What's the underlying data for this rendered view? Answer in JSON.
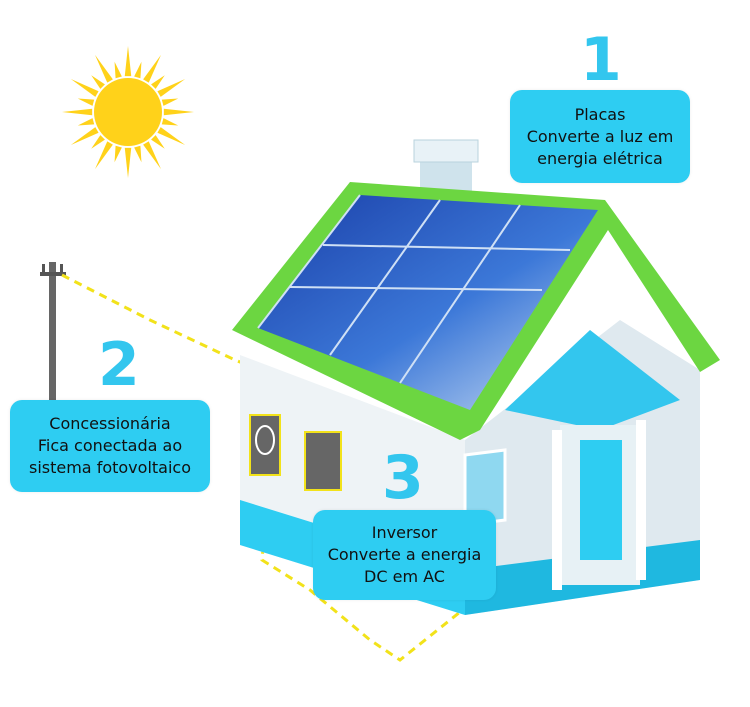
{
  "colors": {
    "callout": "#2ecdf2",
    "number": "#33c6ee",
    "roof": "#6cd641",
    "panel": "#1f4fb8",
    "sun": "#ffd21a"
  },
  "callouts": [
    {
      "number": "1",
      "title": "Placas",
      "line1": "Converte a luz em",
      "line2": "energia elétrica"
    },
    {
      "number": "2",
      "title": "Concessionária",
      "line1": "Fica conectada ao",
      "line2": "sistema fotovoltaico"
    },
    {
      "number": "3",
      "title": "Inversor",
      "line1": "Converte a energia",
      "line2": "DC em AC"
    }
  ]
}
